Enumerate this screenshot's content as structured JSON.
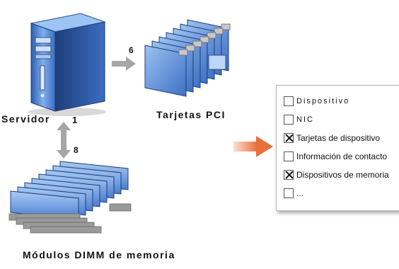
{
  "nodes": {
    "server": {
      "label": "Servidor",
      "number": "1"
    },
    "pci": {
      "label": "Tarjetas PCI",
      "number": "6"
    },
    "dimm": {
      "label": "Módulos DIMM de memoria",
      "number": "8"
    }
  },
  "options_panel": {
    "items": [
      {
        "label": "Dispositivo",
        "checked": false
      },
      {
        "label": "NIC",
        "checked": false
      },
      {
        "label": "Tarjetas de dispositivo",
        "checked": true
      },
      {
        "label": "Información de contacto",
        "checked": false
      },
      {
        "label": "Dispositivos de memoria",
        "checked": true
      },
      {
        "label": "...",
        "checked": false
      }
    ]
  },
  "colors": {
    "hardware_blue": "#5b8fd8",
    "connector_gray": "#a6a6a6",
    "accent_arrow": "#e8703a"
  }
}
